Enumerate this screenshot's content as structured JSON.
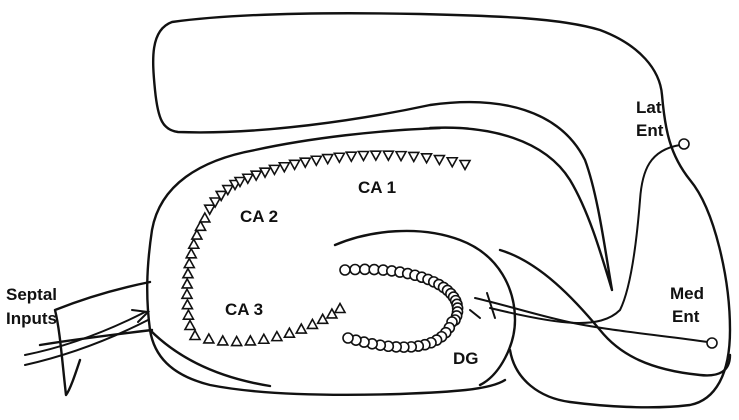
{
  "diagram": {
    "regions": {
      "ca1": "CA 1",
      "ca2": "CA 2",
      "ca3": "CA 3",
      "dg": "DG"
    },
    "inputs": {
      "septal": [
        "Septal",
        "Inputs"
      ],
      "lateral_entorhinal": [
        "Lat",
        "Ent"
      ],
      "medial_entorhinal": [
        "Med",
        "Ent"
      ]
    },
    "colors": {
      "ink": "#111111",
      "background": "#ffffff"
    }
  }
}
